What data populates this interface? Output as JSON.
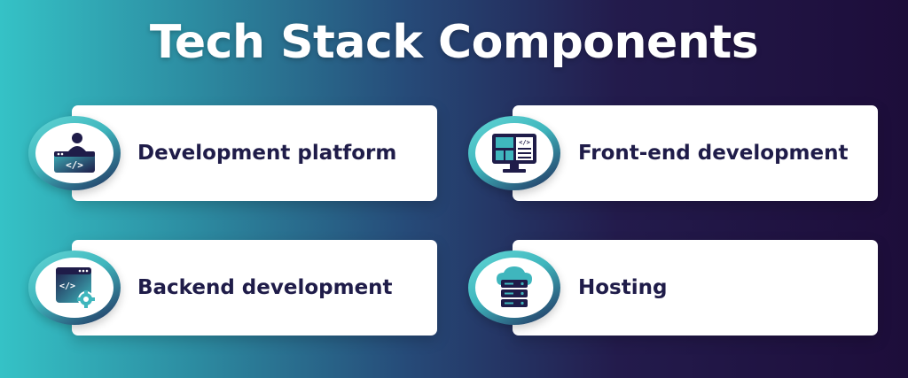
{
  "title": "Tech Stack Components",
  "cards": [
    {
      "label": "Development platform",
      "icon": "developer-laptop-icon"
    },
    {
      "label": "Front-end development",
      "icon": "monitor-layout-icon"
    },
    {
      "label": "Backend development",
      "icon": "code-window-gear-icon"
    },
    {
      "label": "Hosting",
      "icon": "cloud-server-icon"
    }
  ],
  "colors": {
    "gradient_start": "#35c2c6",
    "gradient_end": "#1d0d3a",
    "card_text": "#1f1c49",
    "icon_navy": "#1f1c49",
    "icon_teal": "#3fb6bd"
  }
}
